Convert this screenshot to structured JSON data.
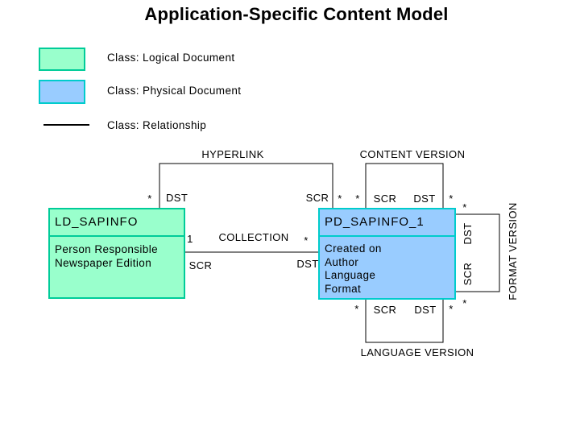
{
  "title": "Application-Specific Content Model",
  "legend": {
    "items": [
      {
        "label": "Class: Logical Document"
      },
      {
        "label": "Class: Physical Document"
      },
      {
        "label": "Class: Relationship"
      }
    ]
  },
  "colors": {
    "logical_fill": "#99FFCC",
    "logical_border": "#00CC99",
    "physical_fill": "#99CCFF",
    "physical_border": "#00CCCC",
    "relationship_line": "#000000"
  },
  "diagram": {
    "classes": [
      {
        "name": "LD_SAPINFO",
        "attributes": [
          "Person Responsible",
          "Newspaper Edition"
        ]
      },
      {
        "name": "PD_SAPINFO_1",
        "attributes": [
          "Created on",
          "Author",
          "Language",
          "Format"
        ]
      }
    ],
    "relationships": [
      {
        "name": "HYPERLINK",
        "ends": [
          {
            "card": "*",
            "role": "DST"
          },
          {
            "role": "SCR",
            "card": "*"
          }
        ]
      },
      {
        "name": "CONTENT VERSION",
        "ends": [
          {
            "card": "*",
            "role": "SCR"
          },
          {
            "role": "DST",
            "card": "*"
          }
        ]
      },
      {
        "name": "COLLECTION",
        "ends": [
          {
            "card": "1",
            "role": "SCR"
          },
          {
            "card": "*",
            "role": "DST"
          }
        ]
      },
      {
        "name": "FORMAT VERSION",
        "ends": [
          {
            "card": "*",
            "role": "DST"
          },
          {
            "role": "SCR",
            "card": "*"
          }
        ]
      },
      {
        "name": "LANGUAGE VERSION",
        "ends": [
          {
            "card": "*",
            "role": "SCR"
          },
          {
            "role": "DST",
            "card": "*"
          }
        ]
      }
    ]
  }
}
